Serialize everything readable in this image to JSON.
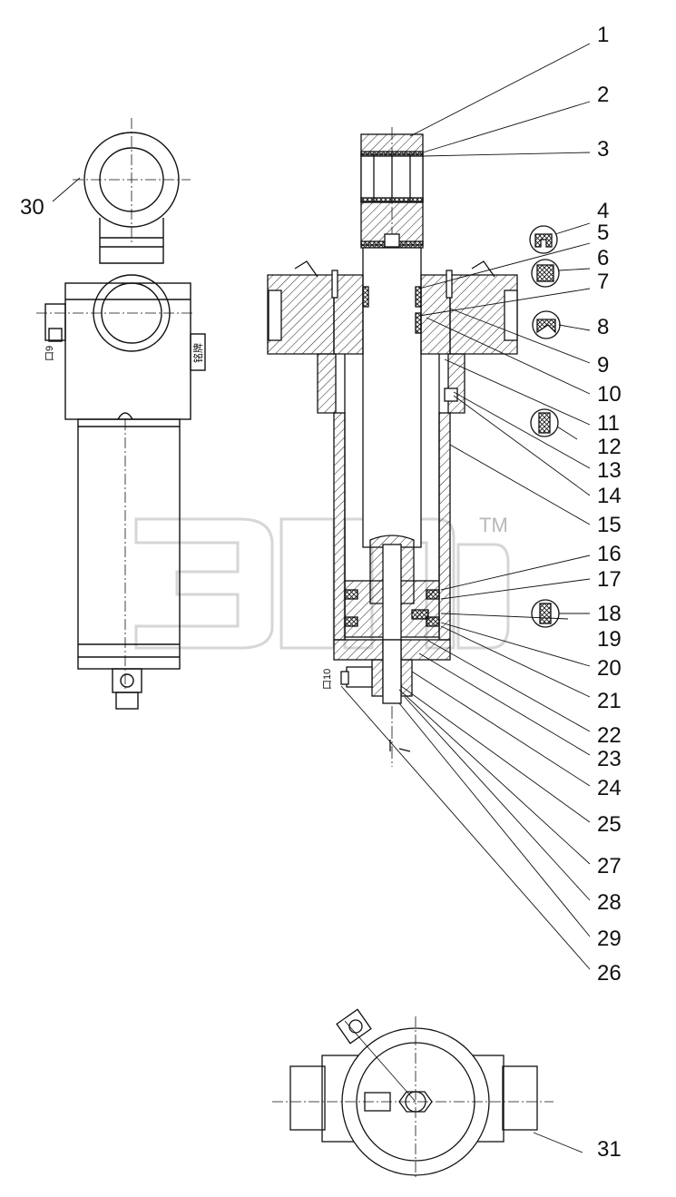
{
  "drawing": {
    "part_numbers": [
      "1",
      "2",
      "3",
      "4",
      "5",
      "6",
      "7",
      "8",
      "9",
      "10",
      "11",
      "12",
      "13",
      "14",
      "15",
      "16",
      "17",
      "18",
      "19",
      "20",
      "21",
      "22",
      "23",
      "24",
      "25",
      "27",
      "28",
      "29",
      "26",
      "30",
      "31"
    ],
    "side_port_label_left": "口9",
    "side_port_label_right": "口10",
    "nameplate_label": "铭牌",
    "watermark_tm": "TM"
  },
  "colors": {
    "line": "#111111",
    "hatch": "#222222",
    "seal": "#111111",
    "watermark": "#c4c4c4"
  }
}
